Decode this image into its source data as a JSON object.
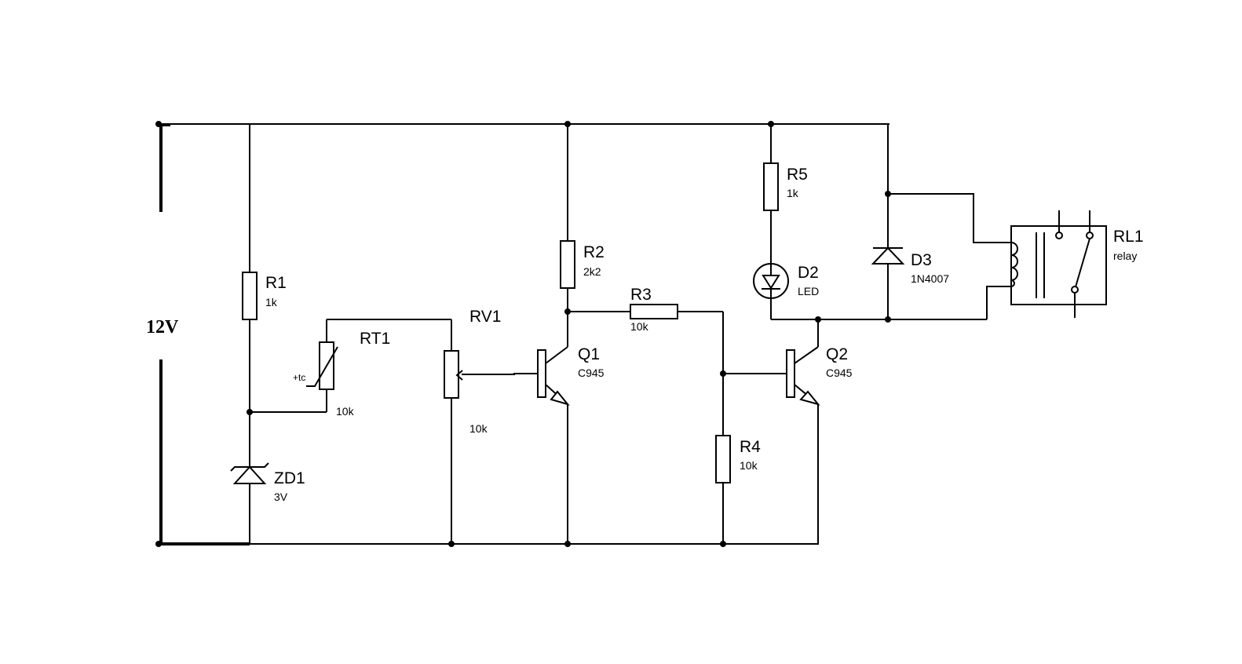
{
  "supply": {
    "label": "12V"
  },
  "components": {
    "R1": {
      "ref": "R1",
      "value": "1k"
    },
    "R2": {
      "ref": "R2",
      "value": "2k2"
    },
    "R3": {
      "ref": "R3",
      "value": "10k"
    },
    "R4": {
      "ref": "R4",
      "value": "10k"
    },
    "R5": {
      "ref": "R5",
      "value": "1k"
    },
    "RT1": {
      "ref": "RT1",
      "value": "10k",
      "tc": "+tc"
    },
    "RV1": {
      "ref": "RV1",
      "value": "10k"
    },
    "Q1": {
      "ref": "Q1",
      "value": "C945"
    },
    "Q2": {
      "ref": "Q2",
      "value": "C945"
    },
    "ZD1": {
      "ref": "ZD1",
      "value": "3V"
    },
    "D2": {
      "ref": "D2",
      "value": "LED"
    },
    "D3": {
      "ref": "D3",
      "value": "1N4007"
    },
    "RL1": {
      "ref": "RL1",
      "value": "relay"
    }
  }
}
